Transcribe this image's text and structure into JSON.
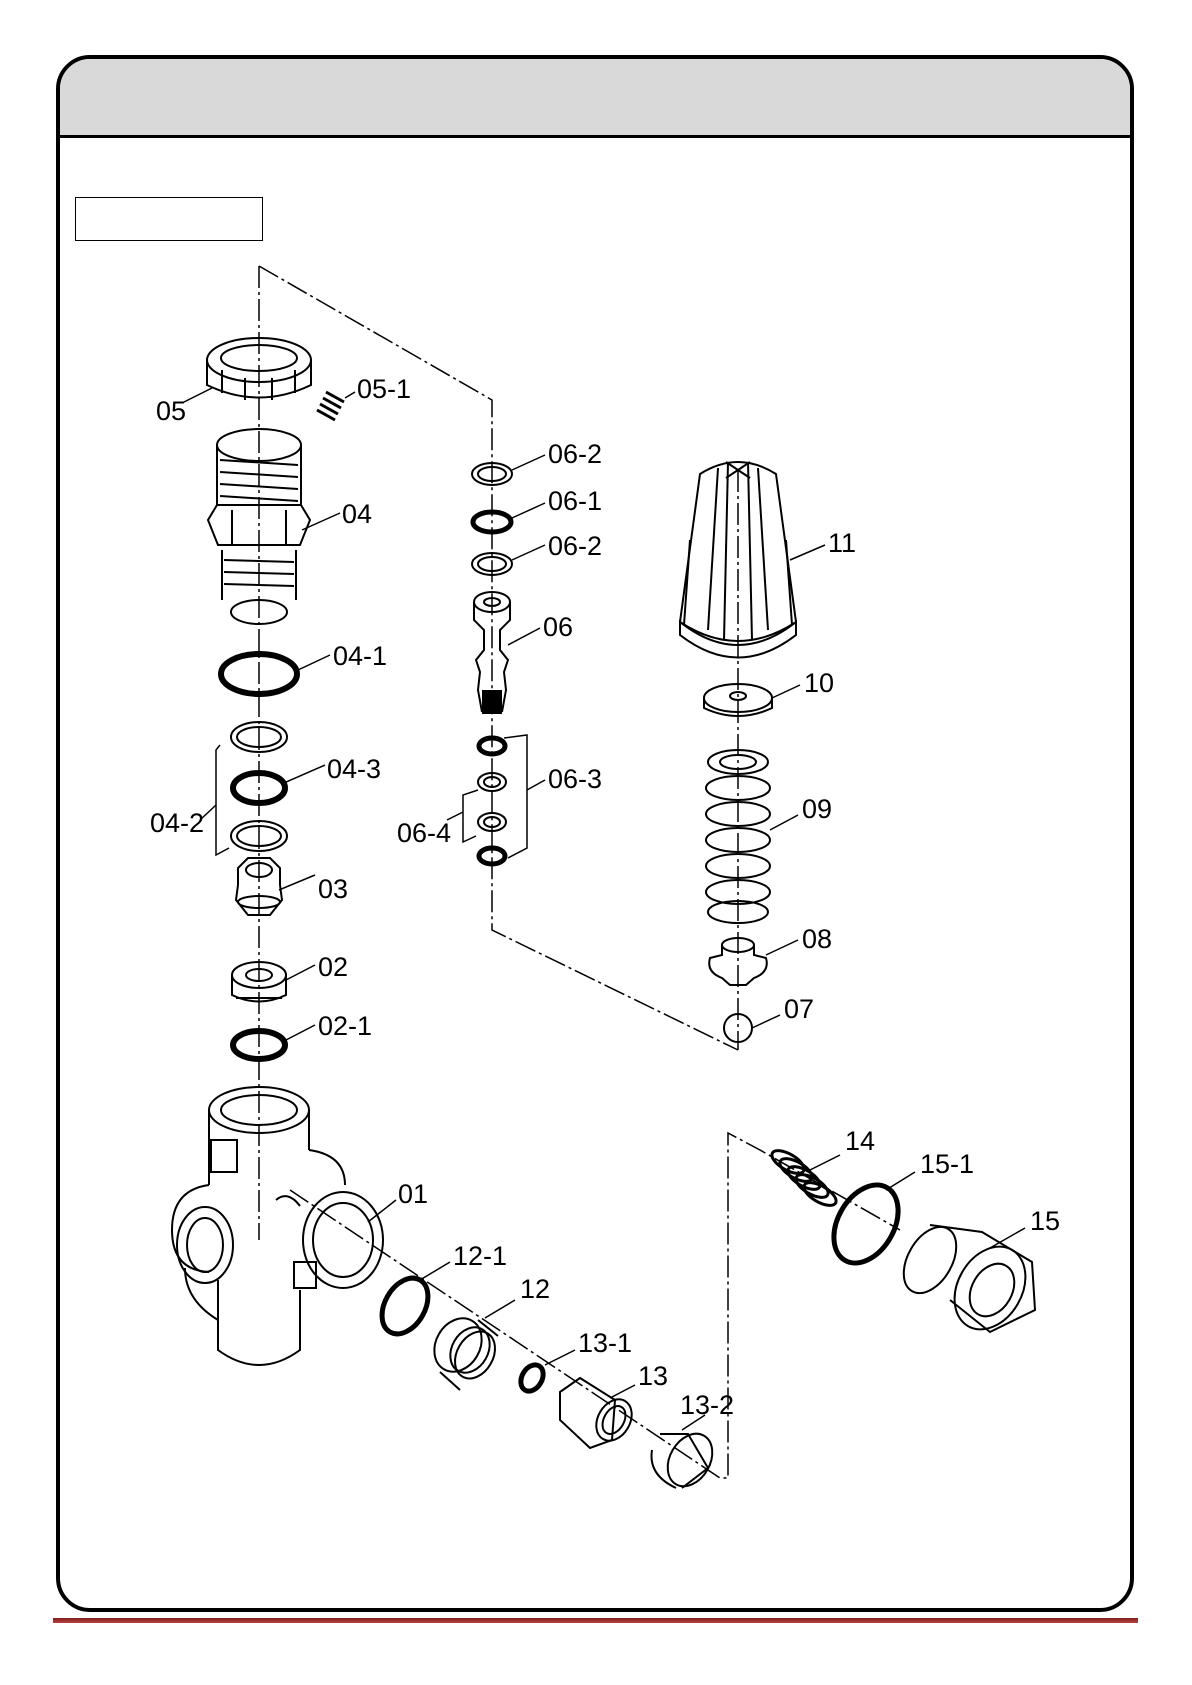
{
  "parts": [
    {
      "id": "p05",
      "label": "05"
    },
    {
      "id": "p05-1",
      "label": "05-1"
    },
    {
      "id": "p04",
      "label": "04"
    },
    {
      "id": "p04-1",
      "label": "04-1"
    },
    {
      "id": "p04-2",
      "label": "04-2"
    },
    {
      "id": "p04-3",
      "label": "04-3"
    },
    {
      "id": "p03",
      "label": "03"
    },
    {
      "id": "p02",
      "label": "02"
    },
    {
      "id": "p02-1",
      "label": "02-1"
    },
    {
      "id": "p01",
      "label": "01"
    },
    {
      "id": "p06-2a",
      "label": "06-2"
    },
    {
      "id": "p06-1",
      "label": "06-1"
    },
    {
      "id": "p06-2b",
      "label": "06-2"
    },
    {
      "id": "p06",
      "label": "06"
    },
    {
      "id": "p06-3",
      "label": "06-3"
    },
    {
      "id": "p06-4",
      "label": "06-4"
    },
    {
      "id": "p11",
      "label": "11"
    },
    {
      "id": "p10",
      "label": "10"
    },
    {
      "id": "p09",
      "label": "09"
    },
    {
      "id": "p08",
      "label": "08"
    },
    {
      "id": "p07",
      "label": "07"
    },
    {
      "id": "p12-1",
      "label": "12-1"
    },
    {
      "id": "p12",
      "label": "12"
    },
    {
      "id": "p13-1",
      "label": "13-1"
    },
    {
      "id": "p13",
      "label": "13"
    },
    {
      "id": "p13-2",
      "label": "13-2"
    },
    {
      "id": "p14",
      "label": "14"
    },
    {
      "id": "p15-1",
      "label": "15-1"
    },
    {
      "id": "p15",
      "label": "15"
    }
  ],
  "colors": {
    "frame": "#000000",
    "header_band": "#d9d9d9",
    "footer_rule": "#a03030"
  }
}
